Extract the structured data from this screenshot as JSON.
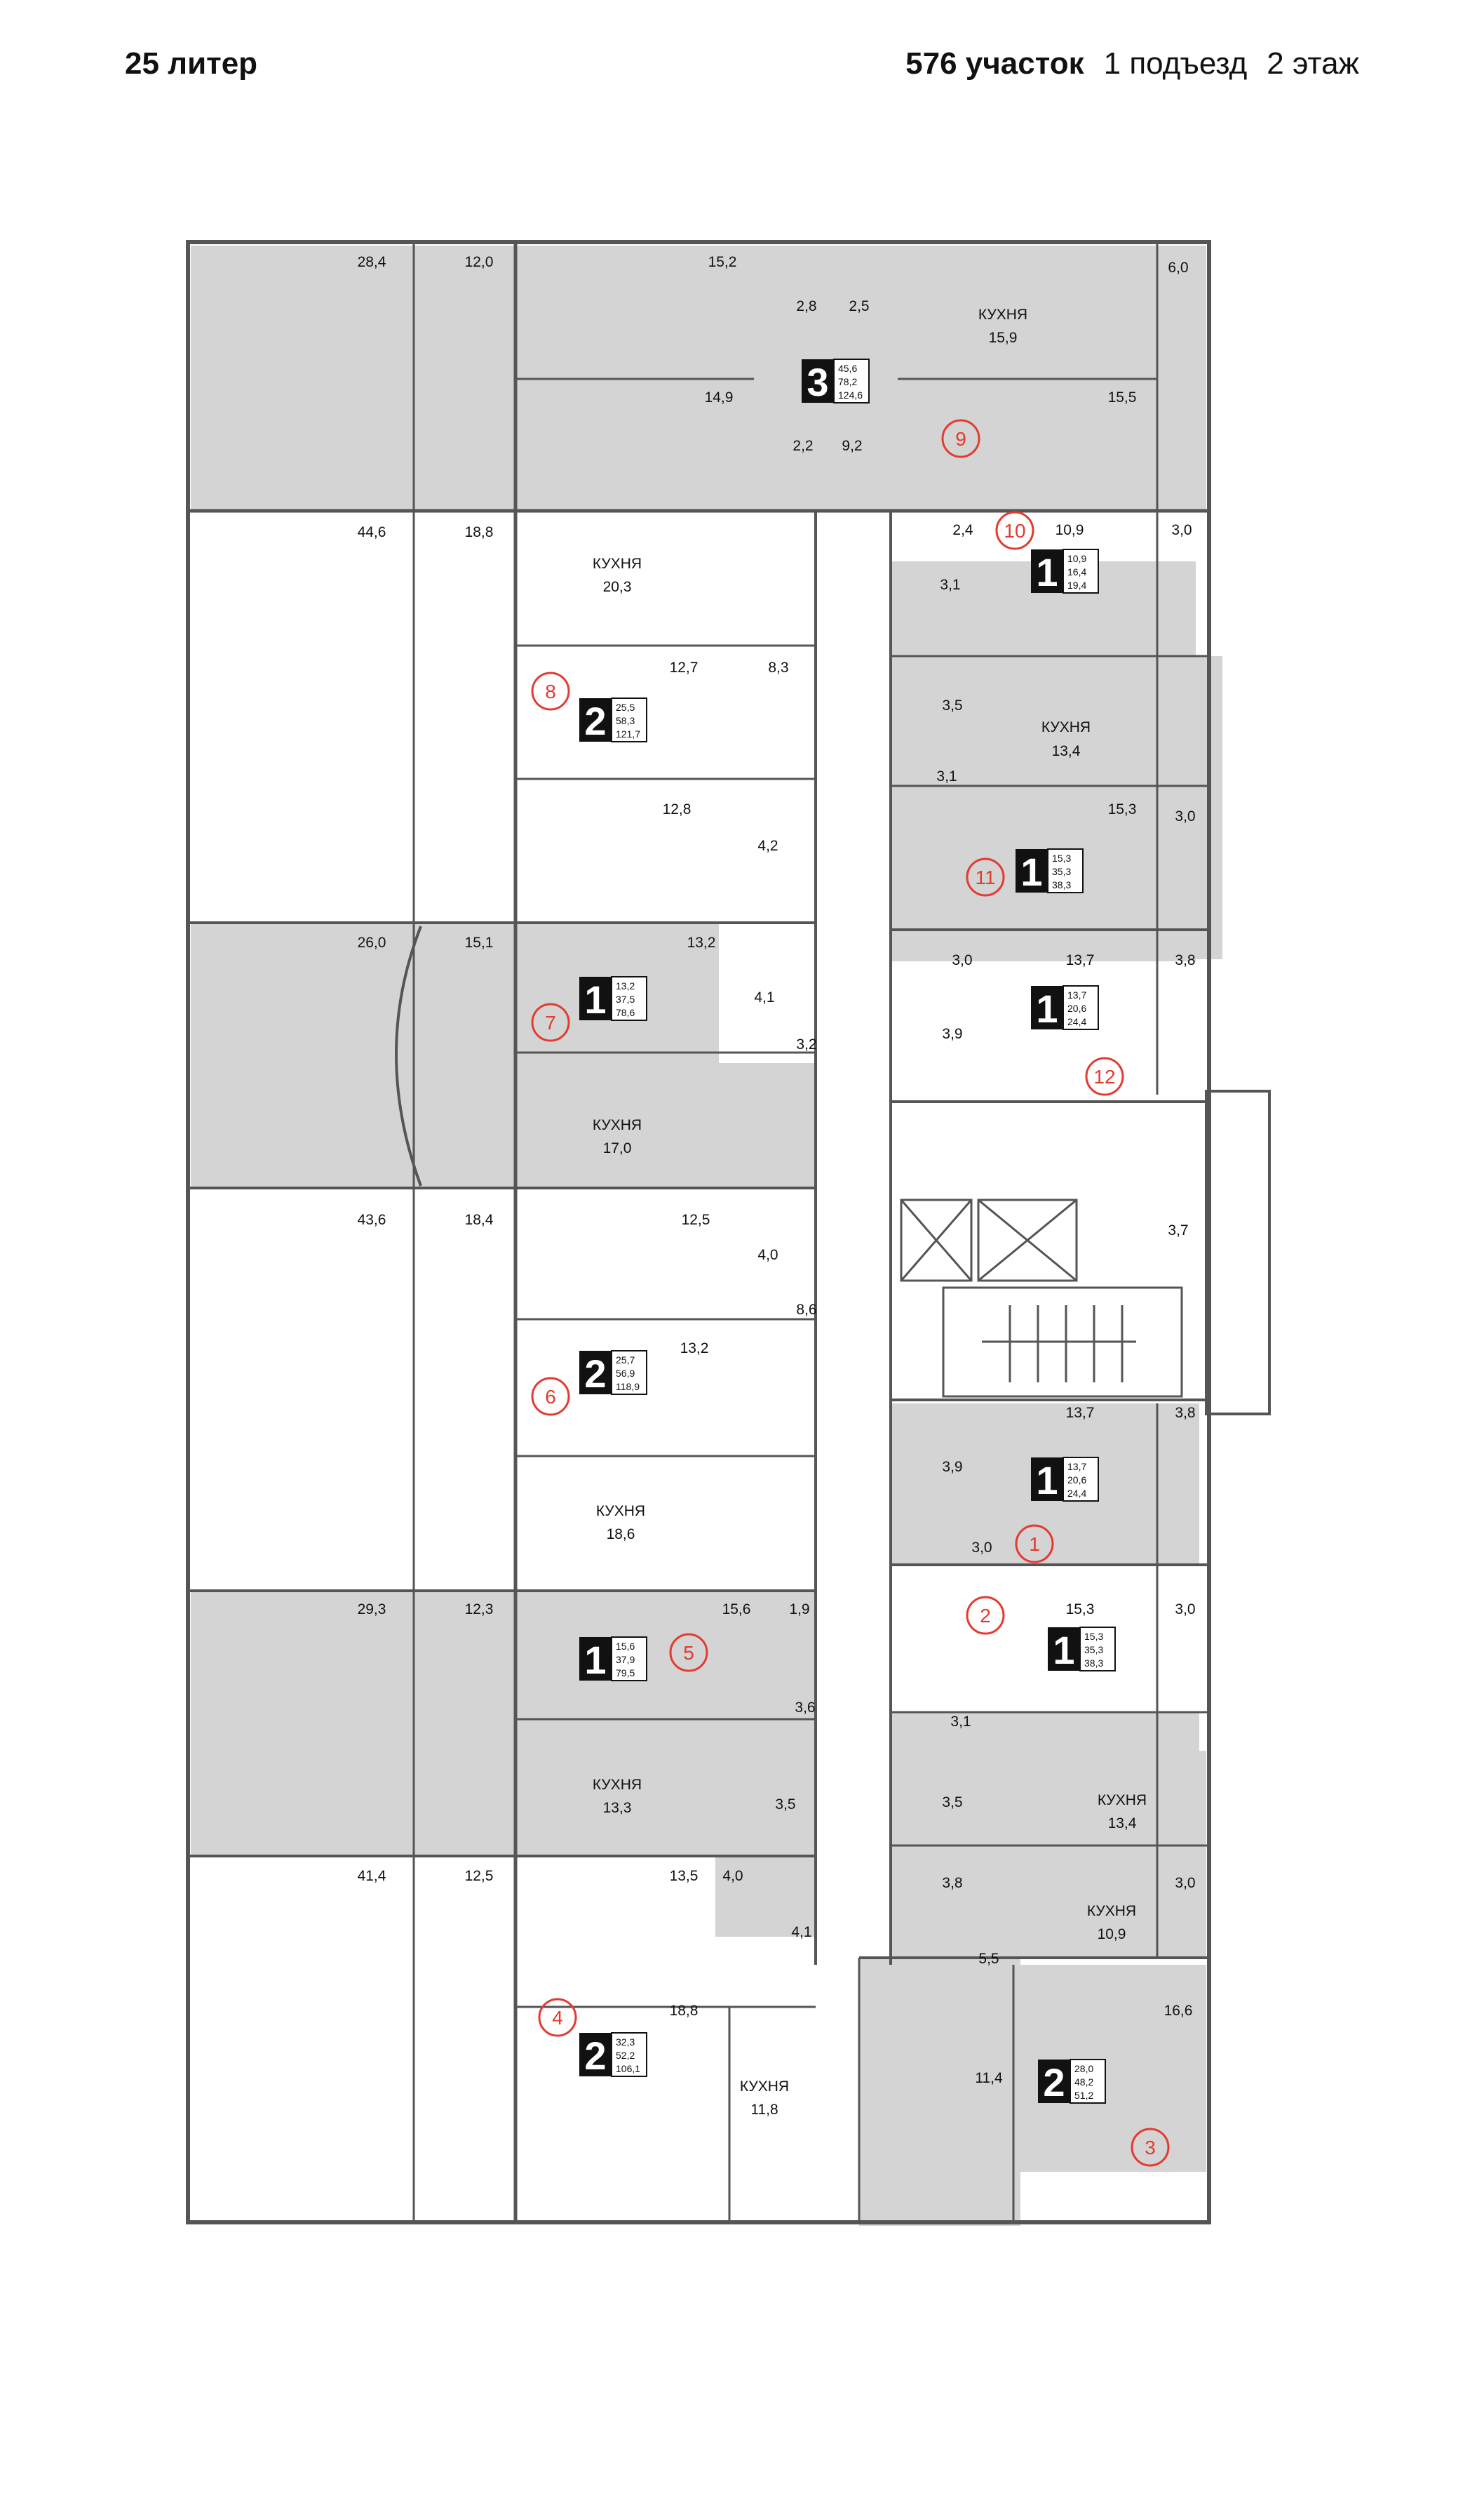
{
  "header": {
    "building": "25 литер",
    "plot": "576 участок",
    "entrance": "1 подъезд",
    "floor": "2 этаж"
  },
  "colors": {
    "wall": "#555555",
    "fill_gray": "#d4d4d4",
    "badge": "#111111",
    "accent_red": "#e43a30"
  },
  "areas": [
    {
      "t": "28,4"
    },
    {
      "t": "12,0"
    },
    {
      "t": "15,2"
    },
    {
      "t": "2,8"
    },
    {
      "t": "2,5"
    },
    {
      "t": "6,0"
    },
    {
      "t": "КУХНЯ"
    },
    {
      "t": "15,9"
    },
    {
      "t": "14,9"
    },
    {
      "t": "15,5"
    },
    {
      "t": "2,2"
    },
    {
      "t": "9,2"
    },
    {
      "t": "44,6"
    },
    {
      "t": "18,8"
    },
    {
      "t": "КУХНЯ"
    },
    {
      "t": "20,3"
    },
    {
      "t": "2,4"
    },
    {
      "t": "10,9"
    },
    {
      "t": "3,0"
    },
    {
      "t": "3,1"
    },
    {
      "t": "12,7"
    },
    {
      "t": "8,3"
    },
    {
      "t": "3,5"
    },
    {
      "t": "КУХНЯ"
    },
    {
      "t": "13,4"
    },
    {
      "t": "3,1"
    },
    {
      "t": "12,8"
    },
    {
      "t": "15,3"
    },
    {
      "t": "3,0"
    },
    {
      "t": "4,2"
    },
    {
      "t": "26,0"
    },
    {
      "t": "15,1"
    },
    {
      "t": "13,2"
    },
    {
      "t": "4,1"
    },
    {
      "t": "3,2"
    },
    {
      "t": "3,0"
    },
    {
      "t": "13,7"
    },
    {
      "t": "3,8"
    },
    {
      "t": "3,9"
    },
    {
      "t": "КУХНЯ"
    },
    {
      "t": "17,0"
    },
    {
      "t": "3,7"
    },
    {
      "t": "43,6"
    },
    {
      "t": "18,4"
    },
    {
      "t": "12,5"
    },
    {
      "t": "4,0"
    },
    {
      "t": "8,6"
    },
    {
      "t": "13,2"
    },
    {
      "t": "13,7"
    },
    {
      "t": "3,8"
    },
    {
      "t": "3,9"
    },
    {
      "t": "3,0"
    },
    {
      "t": "КУХНЯ"
    },
    {
      "t": "18,6"
    },
    {
      "t": "29,3"
    },
    {
      "t": "12,3"
    },
    {
      "t": "15,6"
    },
    {
      "t": "1,9"
    },
    {
      "t": "15,3"
    },
    {
      "t": "3,0"
    },
    {
      "t": "3,6"
    },
    {
      "t": "3,1"
    },
    {
      "t": "КУХНЯ"
    },
    {
      "t": "13,3"
    },
    {
      "t": "3,5"
    },
    {
      "t": "3,5"
    },
    {
      "t": "КУХНЯ"
    },
    {
      "t": "13,4"
    },
    {
      "t": "41,4"
    },
    {
      "t": "12,5"
    },
    {
      "t": "13,5"
    },
    {
      "t": "4,0"
    },
    {
      "t": "4,1"
    },
    {
      "t": "3,8"
    },
    {
      "t": "КУХНЯ"
    },
    {
      "t": "10,9"
    },
    {
      "t": "3,0"
    },
    {
      "t": "5,5"
    },
    {
      "t": "18,8"
    },
    {
      "t": "16,6"
    },
    {
      "t": "11,4"
    },
    {
      "t": "КУХНЯ"
    },
    {
      "t": "11,8"
    }
  ],
  "apartments": [
    {
      "num": "3",
      "rooms": "3",
      "s1": "45,6",
      "s2": "78,2",
      "s3": "124,6"
    },
    {
      "num": "9",
      "rooms": null,
      "s1": null,
      "s2": null,
      "s3": null
    },
    {
      "num": "10",
      "rooms": "1",
      "s1": "10,9",
      "s2": "16,4",
      "s3": "19,4"
    },
    {
      "num": "8",
      "rooms": "2",
      "s1": "25,5",
      "s2": "58,3",
      "s3": "121,7"
    },
    {
      "num": "11",
      "rooms": "1",
      "s1": "15,3",
      "s2": "35,3",
      "s3": "38,3"
    },
    {
      "num": "7",
      "rooms": "1",
      "s1": "13,2",
      "s2": "37,5",
      "s3": "78,6"
    },
    {
      "num": "12",
      "rooms": "1",
      "s1": "13,7",
      "s2": "20,6",
      "s3": "24,4"
    },
    {
      "num": "6",
      "rooms": "2",
      "s1": "25,7",
      "s2": "56,9",
      "s3": "118,9"
    },
    {
      "num": "1",
      "rooms": "1",
      "s1": "13,7",
      "s2": "20,6",
      "s3": "24,4"
    },
    {
      "num": "5",
      "rooms": "1",
      "s1": "15,6",
      "s2": "37,9",
      "s3": "79,5"
    },
    {
      "num": "2",
      "rooms": "1",
      "s1": "15,3",
      "s2": "35,3",
      "s3": "38,3"
    },
    {
      "num": "4",
      "rooms": "2",
      "s1": "32,3",
      "s2": "52,2",
      "s3": "106,1"
    },
    {
      "num": "3",
      "rooms": "2",
      "s1": "28,0",
      "s2": "48,2",
      "s3": "51,2"
    }
  ]
}
